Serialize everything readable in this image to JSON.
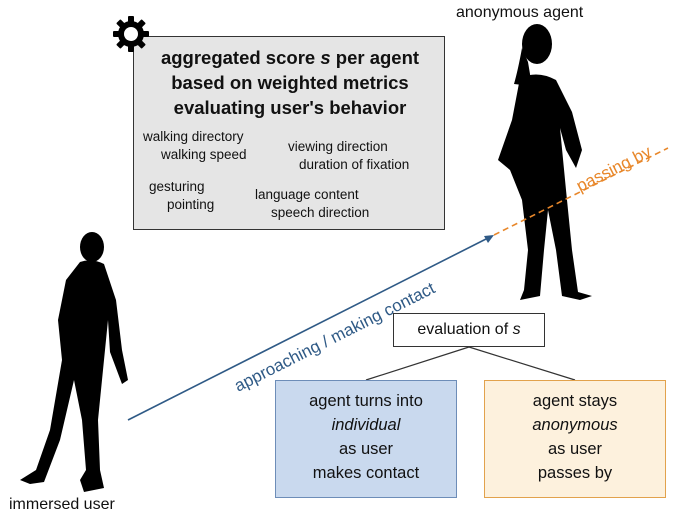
{
  "metrics_panel": {
    "title_lines": [
      "aggregated score s per agent",
      "based on weighted metrics",
      "evaluating user's behavior"
    ],
    "metrics": [
      "walking directory",
      "walking speed",
      "viewing direction",
      "duration of fixation",
      "gesturing",
      "pointing",
      "language content",
      "speech direction"
    ],
    "icon": "gear-icon"
  },
  "agent_label": "anonymous agent",
  "user_label": "immersed user",
  "arrows": {
    "approach_label": "approaching / making contact",
    "passing_label": "passing by"
  },
  "evaluation": {
    "prefix": "evaluation of ",
    "variable": "s"
  },
  "outcomes": {
    "left": {
      "lines": [
        "agent turns into",
        "individual",
        "as user",
        "makes contact"
      ]
    },
    "right": {
      "lines": [
        "agent stays",
        "anonymous",
        "as user",
        "passes by"
      ]
    }
  },
  "colors": {
    "approach": "#2f5a86",
    "passing": "#e8872a",
    "left_box_fill": "#c9d9ee",
    "right_box_fill": "#fdf1dd"
  }
}
